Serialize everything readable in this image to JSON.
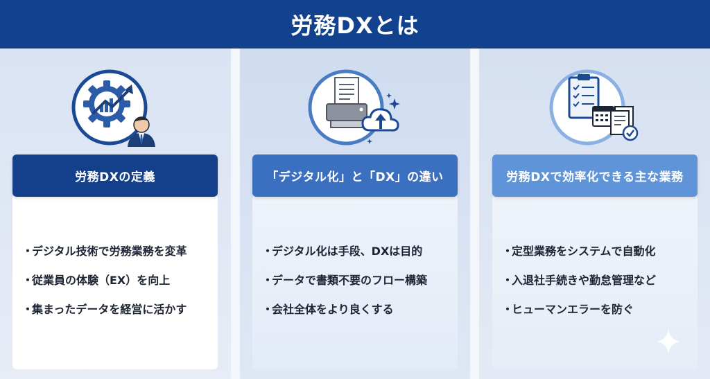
{
  "header": {
    "title": "労務DXとは"
  },
  "columns": [
    {
      "icon": "gear-chart-person-icon",
      "label": "労務DXの定義",
      "items": [
        "デジタル技術で労務業務を変革",
        "従業員の体験（EX）を向上",
        "集まったデータを経営に活かす"
      ]
    },
    {
      "icon": "printer-cloud-upload-icon",
      "label": "「デジタル化」と「DX」の違い",
      "items": [
        "デジタル化は手段、DXは目的",
        "データで書類不要のフロー構築",
        "会社全体をより良くする"
      ]
    },
    {
      "icon": "clipboard-calendar-documents-icon",
      "label": "労務DXで効率化できる主な業務",
      "items": [
        "定型業務をシステムで自動化",
        "入退社手続きや勤怠管理など",
        "ヒューマンエラーを防ぐ"
      ]
    }
  ],
  "bullet": "・",
  "colors": {
    "header": "#12418d",
    "label1": "#143f8a",
    "label2": "#3b6fc0",
    "label3": "#5f95d8"
  }
}
